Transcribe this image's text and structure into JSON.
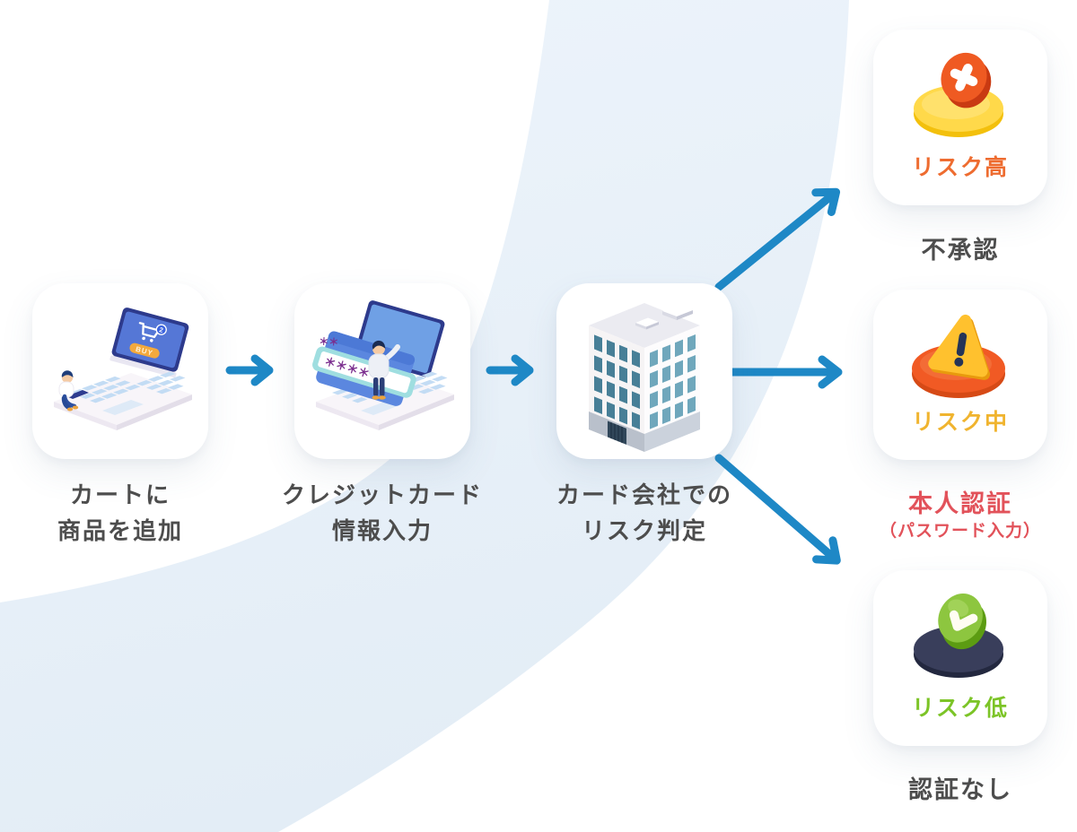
{
  "palette": {
    "arrow_blue": "#1E88C6",
    "swoosh_blue": "#E6EFF7",
    "text_gray": "#4D4D4D",
    "risk_high_color": "#EE6C30",
    "risk_mid_color": "#F0B42F",
    "risk_low_color": "#7CC427",
    "auth_red": "#E2525A"
  },
  "steps": [
    {
      "icon": "cart-laptop-illustration",
      "line1": "カートに",
      "line2": "商品を追加",
      "cart_badge_count": "2",
      "buy_button_label": "BUY"
    },
    {
      "icon": "credit-card-entry-illustration",
      "line1": "クレジットカード",
      "line2": "情報入力",
      "masked_card_digits": "＊＊＊＊",
      "masked_card_digits_trail": "＊＊"
    },
    {
      "icon": "card-company-building-illustration",
      "line1": "カード会社での",
      "line2": "リスク判定"
    }
  ],
  "outcomes": [
    {
      "icon": "deny-badge-icon",
      "risk_label": "リスク高",
      "risk_color": "#EE6C30",
      "result_line1": "不承認"
    },
    {
      "icon": "warning-badge-icon",
      "risk_label": "リスク中",
      "risk_color": "#F0B42F",
      "result_line1": "本人認証",
      "result_line2": "（パスワード入力）",
      "result_color": "#E2525A"
    },
    {
      "icon": "check-badge-icon",
      "risk_label": "リスク低",
      "risk_color": "#7CC427",
      "result_line1": "認証なし"
    }
  ]
}
